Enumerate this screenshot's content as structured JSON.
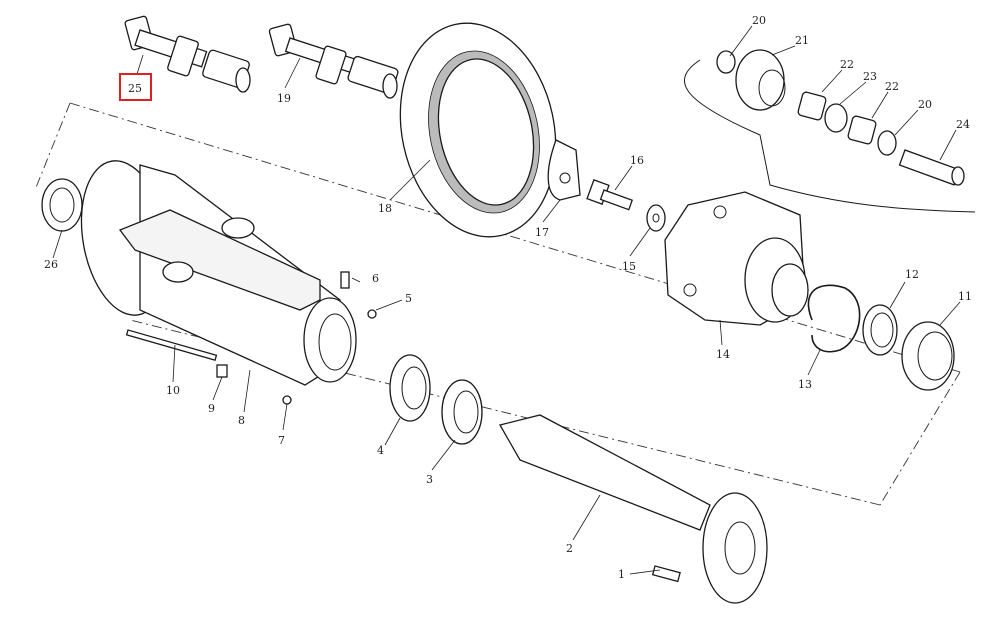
{
  "parts": [
    {
      "id": "1",
      "label": "1"
    },
    {
      "id": "2",
      "label": "2"
    },
    {
      "id": "3",
      "label": "3"
    },
    {
      "id": "4",
      "label": "4"
    },
    {
      "id": "5",
      "label": "5"
    },
    {
      "id": "6",
      "label": "6"
    },
    {
      "id": "7",
      "label": "7"
    },
    {
      "id": "8",
      "label": "8"
    },
    {
      "id": "9",
      "label": "9"
    },
    {
      "id": "10",
      "label": "10"
    },
    {
      "id": "11",
      "label": "11"
    },
    {
      "id": "12",
      "label": "12"
    },
    {
      "id": "13",
      "label": "13"
    },
    {
      "id": "14",
      "label": "14"
    },
    {
      "id": "15",
      "label": "15"
    },
    {
      "id": "16",
      "label": "16"
    },
    {
      "id": "17",
      "label": "17"
    },
    {
      "id": "18",
      "label": "18"
    },
    {
      "id": "19",
      "label": "19"
    },
    {
      "id": "20a",
      "label": "20"
    },
    {
      "id": "20b",
      "label": "20"
    },
    {
      "id": "21",
      "label": "21"
    },
    {
      "id": "22a",
      "label": "22"
    },
    {
      "id": "22b",
      "label": "22"
    },
    {
      "id": "23",
      "label": "23"
    },
    {
      "id": "24",
      "label": "24"
    },
    {
      "id": "25",
      "label": "25"
    },
    {
      "id": "26",
      "label": "26"
    }
  ],
  "highlight": {
    "part": "25",
    "color": "#e02020"
  },
  "colors": {
    "line": "#1a1a1a",
    "background": "#ffffff"
  }
}
